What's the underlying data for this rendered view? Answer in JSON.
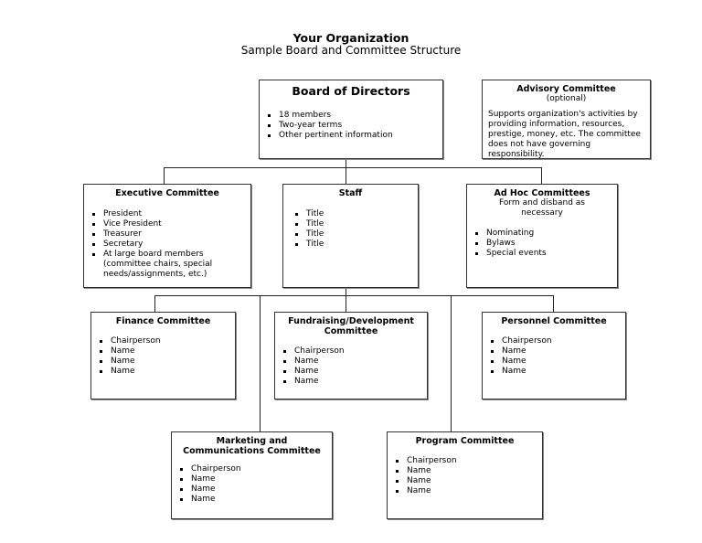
{
  "header": {
    "title": "Your Organization",
    "subtitle": "Sample Board and Committee Structure"
  },
  "board": {
    "title": "Board of Directors",
    "items": [
      "18 members",
      "Two-year terms",
      "Other pertinent information"
    ]
  },
  "advisory": {
    "title": "Advisory Committee",
    "note": "(optional)",
    "description": "Supports organization's activities by providing information, resources, prestige, money, etc. The committee does not have governing responsibility."
  },
  "executive": {
    "title": "Executive Committee",
    "items": [
      "President",
      "Vice President",
      "Treasurer",
      "Secretary",
      "At large board members (committee chairs, special needs/assignments, etc.)"
    ]
  },
  "staff": {
    "title": "Staff",
    "items": [
      "Title",
      "Title",
      "Title",
      "Title"
    ]
  },
  "adhoc": {
    "title": "Ad Hoc Committees",
    "note": "Form and disband as necessary",
    "items": [
      "Nominating",
      "Bylaws",
      "Special events"
    ]
  },
  "finance": {
    "title": "Finance Committee",
    "items": [
      "Chairperson",
      "Name",
      "Name",
      "Name"
    ]
  },
  "fundraising": {
    "title": "Fundraising/Development Committee",
    "items": [
      "Chairperson",
      "Name",
      "Name",
      "Name"
    ]
  },
  "personnel": {
    "title": "Personnel Committee",
    "items": [
      "Chairperson",
      "Name",
      "Name",
      "Name"
    ]
  },
  "marketing": {
    "title": "Marketing and Communications Committee",
    "items": [
      "Chairperson",
      "Name",
      "Name",
      "Name"
    ]
  },
  "program": {
    "title": "Program Committee",
    "items": [
      "Chairperson",
      "Name",
      "Name",
      "Name"
    ]
  }
}
